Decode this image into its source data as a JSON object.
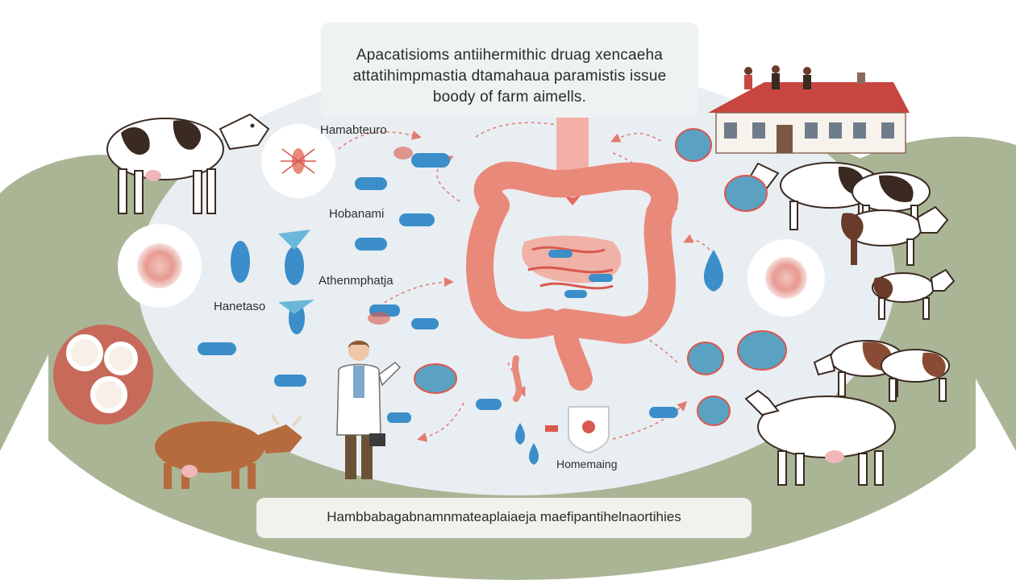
{
  "title": {
    "lines": [
      "Apacatisioms antiihermithic druag xencaeha",
      "attatihimpmastia dtamahaua paramistis issue",
      "boody of farm aimells."
    ]
  },
  "labels": {
    "hamabteuro": "Hamabteuro",
    "hobanami": "Hobanami",
    "athenmphatja": "Athenmphatja",
    "hanetaso": "Hanetaso",
    "homemaing": "Homemaing"
  },
  "footer": "Hambbabagabnamnmateaplaiaeja maefipantihelnaortihies",
  "colors": {
    "background_oval": "#e9eef2",
    "landscape": "#aab595",
    "intestine": "#e9897a",
    "parasite_blue": "#3b8ec9",
    "parasite_red": "#d9584e",
    "arrow": "#e27a6f",
    "barn_roof": "#c9453f"
  }
}
